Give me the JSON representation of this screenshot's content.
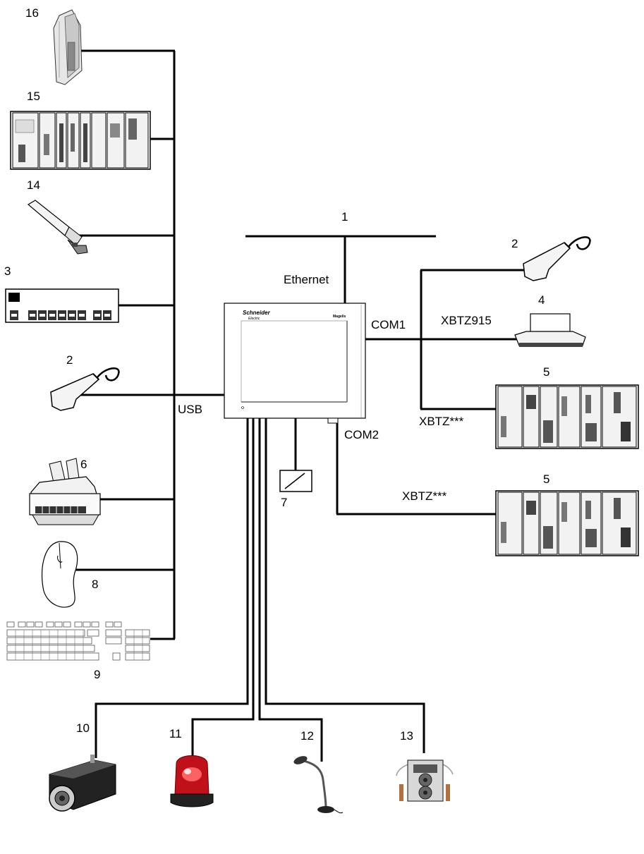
{
  "labels": {
    "n1": "1",
    "n2_left": "2",
    "n2_right": "2",
    "n3": "3",
    "n4": "4",
    "n5_top": "5",
    "n5_bottom": "5",
    "n6": "6",
    "n7": "7",
    "n8": "8",
    "n9": "9",
    "n10": "10",
    "n11": "11",
    "n12": "12",
    "n13": "13",
    "n14": "14",
    "n15": "15",
    "n16": "16"
  },
  "ports": {
    "ethernet": "Ethernet",
    "usb": "USB",
    "com1": "COM1",
    "com2": "COM2"
  },
  "cables": {
    "com1_terminal": "XBTZ915",
    "com1_plc": "XBTZ***",
    "com2_plc": "XBTZ***"
  },
  "device": {
    "brand": "Schneider",
    "brand_sub": "Electric",
    "model": "Magelis"
  }
}
